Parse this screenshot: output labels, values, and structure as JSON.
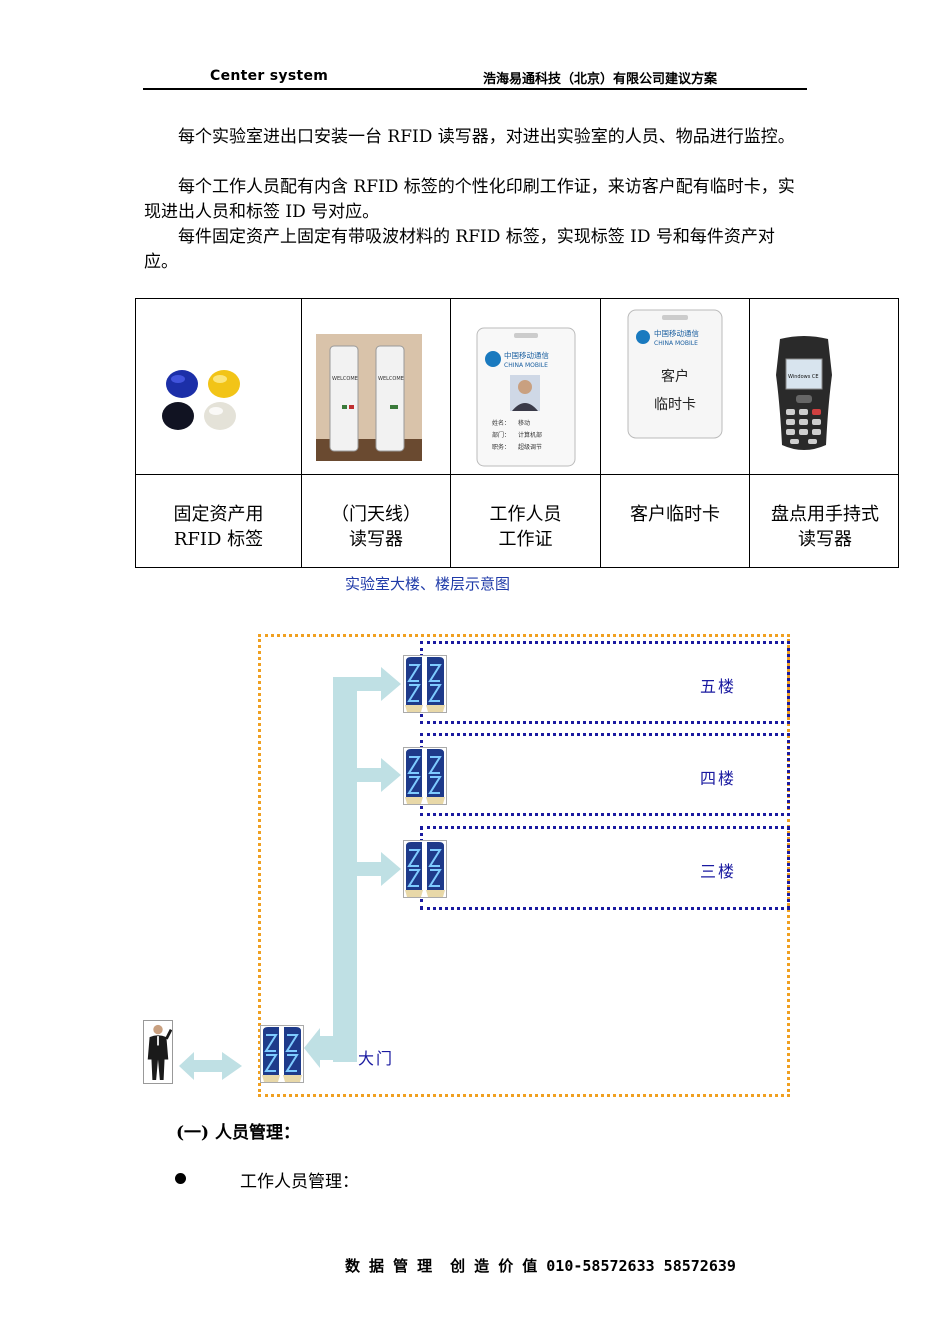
{
  "header": {
    "left": "Center system",
    "right": "浩海易通科技（北京）有限公司建议方案"
  },
  "paragraphs": [
    "每个实验室进出口安装一台 RFID 读写器，对进出实验室的人员、物品进行监控。",
    "每个工作人员配有内含 RFID 标签的个性化印刷工作证，来访客户配有临时卡，实现进出人员和标签 ID 号对应。",
    "每件固定资产上固定有带吸波材料的 RFID 标签，实现标签 ID 号和每件资产对应。"
  ],
  "table": {
    "captions": [
      {
        "line1": "固定资产用",
        "line2": "RFID 标签"
      },
      {
        "line1": "（门天线）",
        "line2": "读写器"
      },
      {
        "line1": "工作人员",
        "line2": "工作证"
      },
      {
        "line1": "客户临时卡",
        "line2": ""
      },
      {
        "line1": "盘点用手持式",
        "line2": "读写器"
      }
    ],
    "badge": {
      "brand_cn": "中国移动通信",
      "brand_en": "CHINA MOBILE",
      "name_label": "姓名：",
      "name_value": "移动",
      "dept_label": "部门：",
      "dept_value": "计算机部",
      "title_label": "职务：",
      "title_value": "超级调节"
    },
    "temp_card": {
      "brand_cn": "中国移动通信",
      "brand_en": "CHINA MOBILE",
      "line1": "客户",
      "line2": "临时卡"
    },
    "handheld": {
      "screen_text": "Windows CE"
    },
    "gate_sign": "WELCOME"
  },
  "diagram": {
    "title": "实验室大楼、楼层示意图",
    "floors": [
      "五楼",
      "四楼",
      "三楼"
    ],
    "gate_label": "大门"
  },
  "section": {
    "title": "(一) 人员管理：",
    "bullet": "工作人员管理："
  },
  "footer": "数 据 管 理  创 造 价 值 010-58572633 58572639",
  "colors": {
    "accent_blue": "#1a1aa0",
    "orange": "#f0a020",
    "arrow": "#bfe0e4"
  }
}
